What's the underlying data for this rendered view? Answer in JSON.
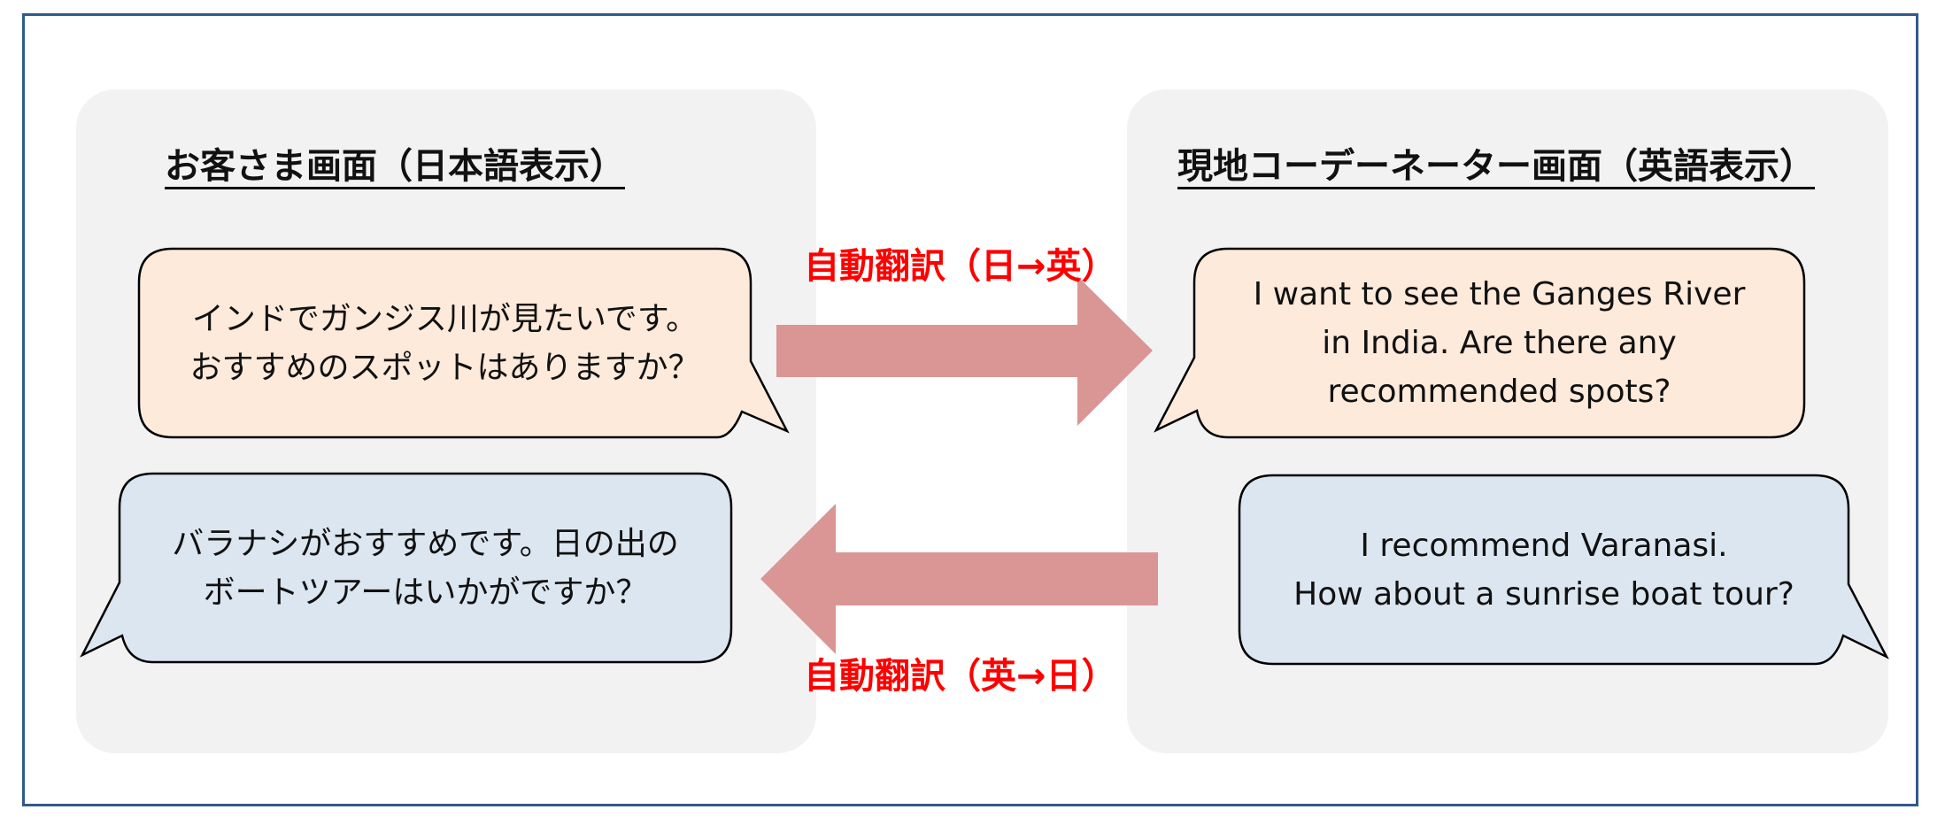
{
  "left_panel": {
    "title": "お客さま画面（日本語表示）",
    "bubble_top": [
      "インドでガンジス川が見たいです。",
      "おすすめのスポットはありますか？"
    ],
    "bubble_bottom": [
      "バラナシがおすすめです。日の出の",
      "ボートツアーはいかがですか？"
    ]
  },
  "right_panel": {
    "title": "現地コーデーネーター画面（英語表示）",
    "bubble_top": [
      "I want to see the Ganges River",
      "in India. Are there any",
      "recommended spots?"
    ],
    "bubble_bottom": [
      "I recommend Varanasi.",
      "How about a sunrise boat tour?"
    ]
  },
  "arrows": {
    "top_label": "自動翻訳（日→英）",
    "bottom_label": "自動翻訳（英→日）"
  },
  "colors": {
    "frame": "#2f5a8c",
    "panel": "#f2f2f2",
    "bubble_peach": "#fdeadb",
    "bubble_blue": "#dce6f0",
    "arrow": "#da9694",
    "label": "#ff0000"
  }
}
